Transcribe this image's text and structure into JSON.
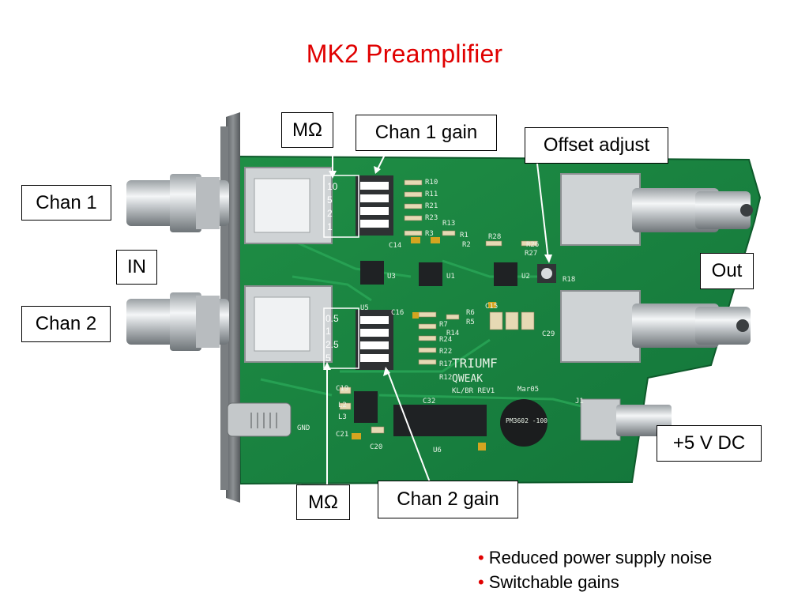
{
  "slide": {
    "title": "MK2 Preamplifier",
    "title_color": "#e00000"
  },
  "callouts": {
    "mohm_top": "MΩ",
    "chan1_gain": "Chan 1 gain",
    "offset_adjust": "Offset adjust",
    "chan1": "Chan 1",
    "in": "IN",
    "out": "Out",
    "chan2": "Chan 2",
    "plus5vdc": "+5 V DC",
    "mohm_bottom": "MΩ",
    "chan2_gain": "Chan 2 gain"
  },
  "bullets": [
    {
      "text": "Reduced power supply noise"
    },
    {
      "text": "Switchable gains"
    }
  ],
  "bullet_color": "#e00000",
  "switch_labels": {
    "chan1": [
      "10",
      "5",
      "2",
      "1"
    ],
    "chan2": [
      "0.5",
      "1",
      "2.5",
      "5"
    ]
  },
  "board_text": {
    "line1": "TRIUMF",
    "line2": "QWEAK",
    "line3": "KL/BR   REV1",
    "gnd": "GND",
    "inductor": "PM3602 -100",
    "mon": "Mar05",
    "j1": "J1",
    "u1": "U1",
    "u2": "U2",
    "u3": "U3",
    "u5": "U5",
    "u6": "U6",
    "r10": "R10",
    "r11": "R11",
    "r21": "R21",
    "r23": "R23",
    "r13": "R13",
    "r3": "R3",
    "r1": "R1",
    "r2": "R2",
    "c14": "C14",
    "r28": "R28",
    "r26": "R26",
    "r27": "R27",
    "r18": "R18",
    "r6": "R6",
    "r5": "R5",
    "r7": "R7",
    "r14": "R14",
    "r24": "R24",
    "r22": "R22",
    "r17": "R17",
    "r12": "R12",
    "c15": "C15",
    "c16": "C16",
    "c19": "C19",
    "c20": "C20",
    "c21": "C21",
    "c29": "C29",
    "c32": "C32",
    "l2": "L2",
    "l3": "L3"
  }
}
